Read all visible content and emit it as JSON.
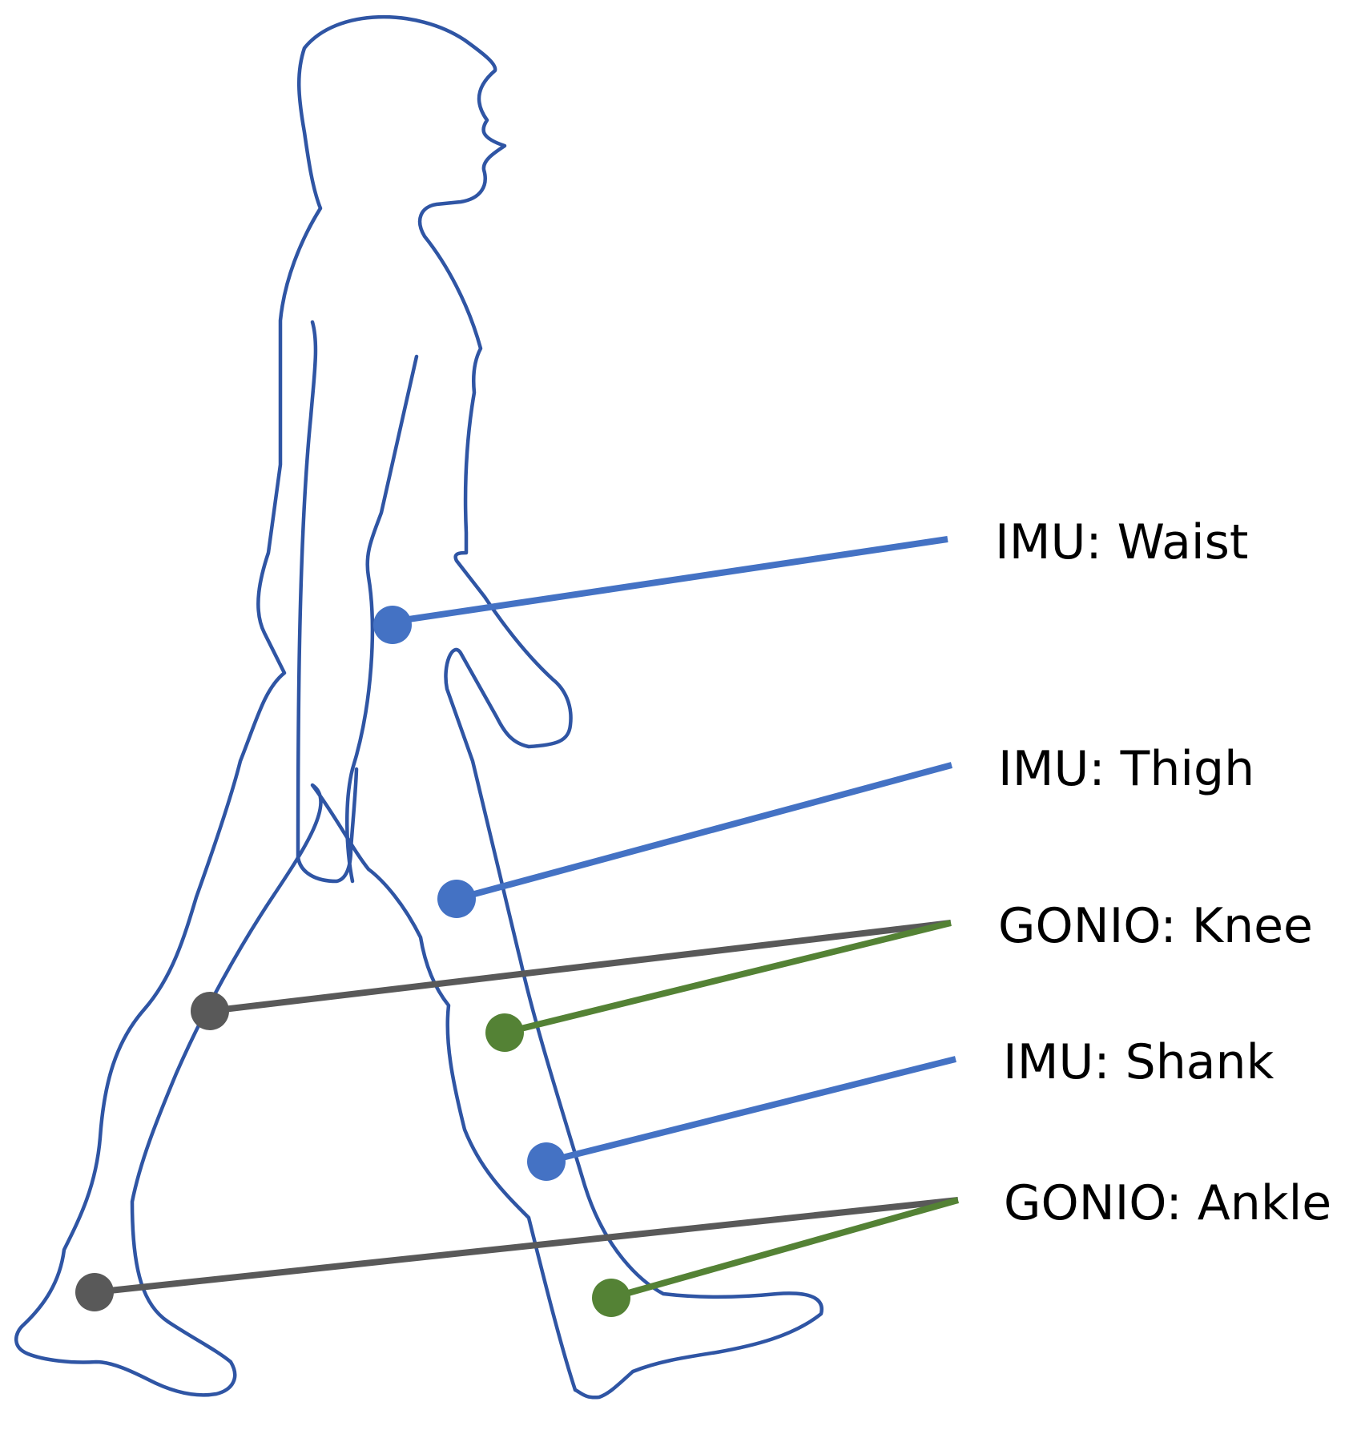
{
  "colors": {
    "outline": "#2f55a4",
    "imu": "#4472c4",
    "gonio_proximal": "#595959",
    "gonio_distal": "#548235"
  },
  "sensors": [
    {
      "id": "waist",
      "label": "IMU: Waist",
      "type": "imu"
    },
    {
      "id": "thigh",
      "label": "IMU: Thigh",
      "type": "imu"
    },
    {
      "id": "knee",
      "label": "GONIO: Knee",
      "type": "gonio"
    },
    {
      "id": "shank",
      "label": "IMU: Shank",
      "type": "imu"
    },
    {
      "id": "ankle",
      "label": "GONIO: Ankle",
      "type": "gonio"
    }
  ]
}
